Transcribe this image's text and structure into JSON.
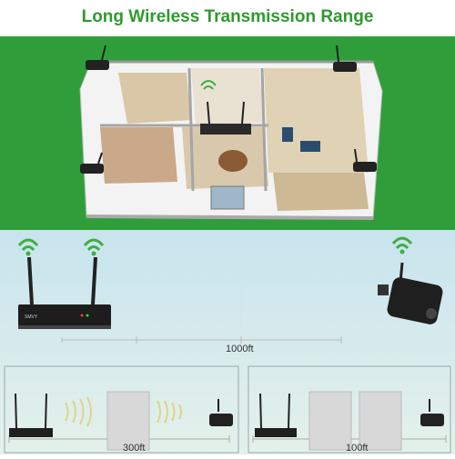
{
  "title": "Long Wireless Transmission Range",
  "main_diagram": {
    "distance_label": "1000ft",
    "nvr_brand": "SMVY"
  },
  "panel_left": {
    "distance_label": "300ft"
  },
  "panel_right": {
    "distance_label": "100ft"
  },
  "colors": {
    "title": "#2e9a2e",
    "banner": "#2f9e3a",
    "signal": "#3fae3f"
  },
  "icons": [
    "wifi-signal-icon",
    "camera-icon",
    "nvr-icon",
    "wall-icon",
    "signal-waves-icon"
  ]
}
